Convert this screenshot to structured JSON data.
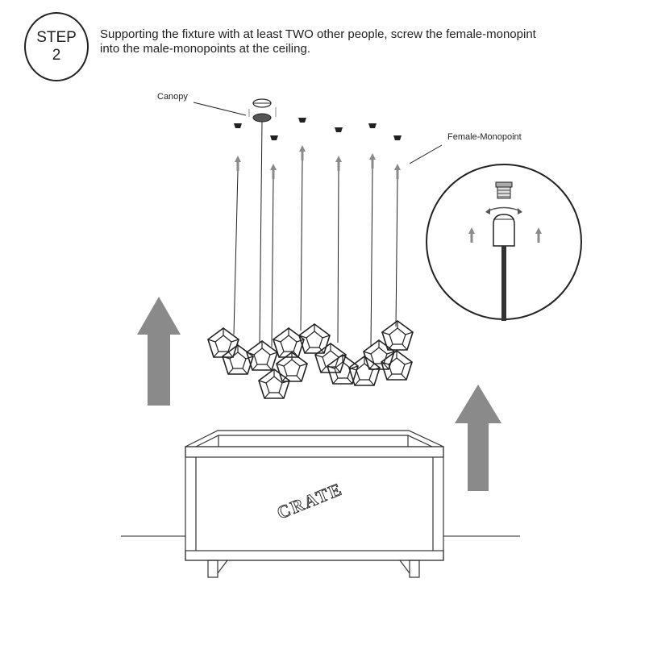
{
  "step": {
    "word": "STEP",
    "number": "2"
  },
  "instruction": {
    "line1": "Supporting the fixture with at least TWO other people, screw the female-monopint",
    "line2": "into the male-monopoints at the ceiling."
  },
  "labels": {
    "canopy": "Canopy",
    "female_monopoint": "Female-Monopoint",
    "crate": "CRATE"
  },
  "colors": {
    "line": "#222222",
    "arrow": "#8a8a8a"
  }
}
